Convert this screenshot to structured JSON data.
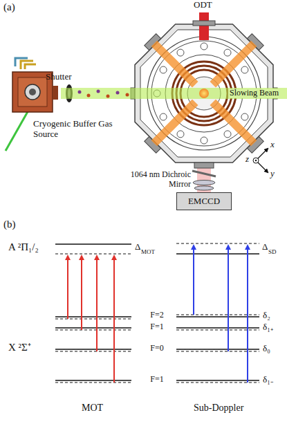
{
  "diagram": {
    "nodes": [
      {
        "text": [
          "EMCCD"
        ]
      }
    ],
    "labels": [
      "(a)",
      "ODT",
      "Shutter",
      "Cryogenic Buffer Gas Source",
      "Slowing Beam",
      "1064 nm Dichroic Mirror",
      "x",
      "y",
      "z",
      "(b)",
      "A ²Π₁/₂",
      "Δ",
      "MOT",
      "Δ",
      "SD",
      "F=2",
      "F=1",
      "X ²Σ⁺",
      "F=0",
      "F=1",
      "δ₂",
      "δ₁₊",
      "δ₀",
      "δ₁₋",
      "MOT",
      "Sub-Doppler"
    ]
  }
}
